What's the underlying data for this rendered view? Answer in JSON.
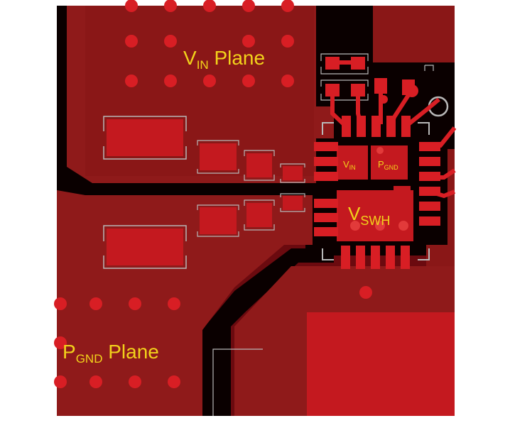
{
  "labels": {
    "vin_plane": {
      "main": "V",
      "sub": "IN",
      "rest": " Plane"
    },
    "pgnd_plane": {
      "main": "P",
      "sub": "GND",
      "rest": " Plane"
    },
    "vin_pin": {
      "main": "V",
      "sub": "IN"
    },
    "pgnd_pin": {
      "main": "P",
      "sub": "GND"
    },
    "vswh": {
      "main": "V",
      "sub": "SWH"
    }
  },
  "colors": {
    "board_background": "#6b0a0f",
    "copper": "#8f1a1a",
    "copper_bright": "#c4191f",
    "pad": "#d81e24",
    "gap": "#0a0000",
    "silkscreen": "#b8b8b8",
    "label_text": "#f2d21b"
  }
}
